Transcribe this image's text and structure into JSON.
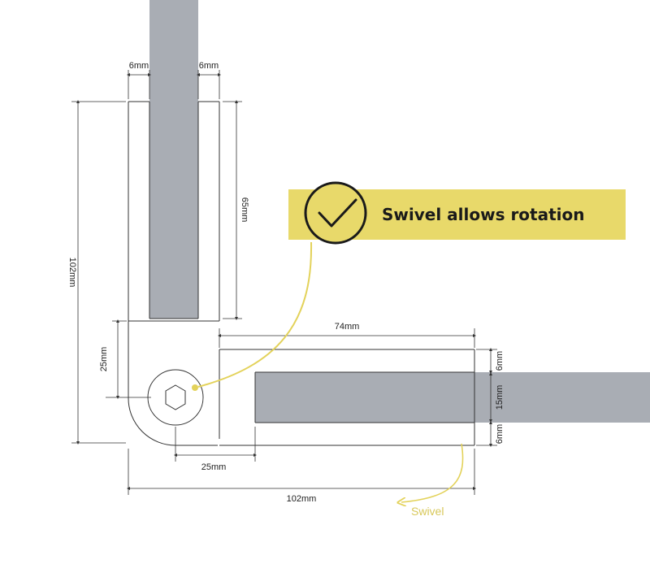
{
  "diagram": {
    "callout": {
      "text": "Swivel allows rotation",
      "icon": "check-icon",
      "color": "#e8d96a"
    },
    "swivel_label": "Swivel",
    "dimensions": {
      "top_left_gap": "6mm",
      "top_right_gap": "6mm",
      "overall_height": "102mm",
      "glass_depth_vertical": "65mm",
      "pivot_height": "25mm",
      "arm_length": "74mm",
      "upper_gap": "6mm",
      "glass_thickness": "15mm",
      "lower_gap": "6mm",
      "pivot_offset": "25mm",
      "overall_width": "102mm"
    },
    "colors": {
      "glass": "#a9adb4",
      "outline": "#333333",
      "accent": "#e8d96a",
      "accent_line": "#e3d25a"
    }
  }
}
